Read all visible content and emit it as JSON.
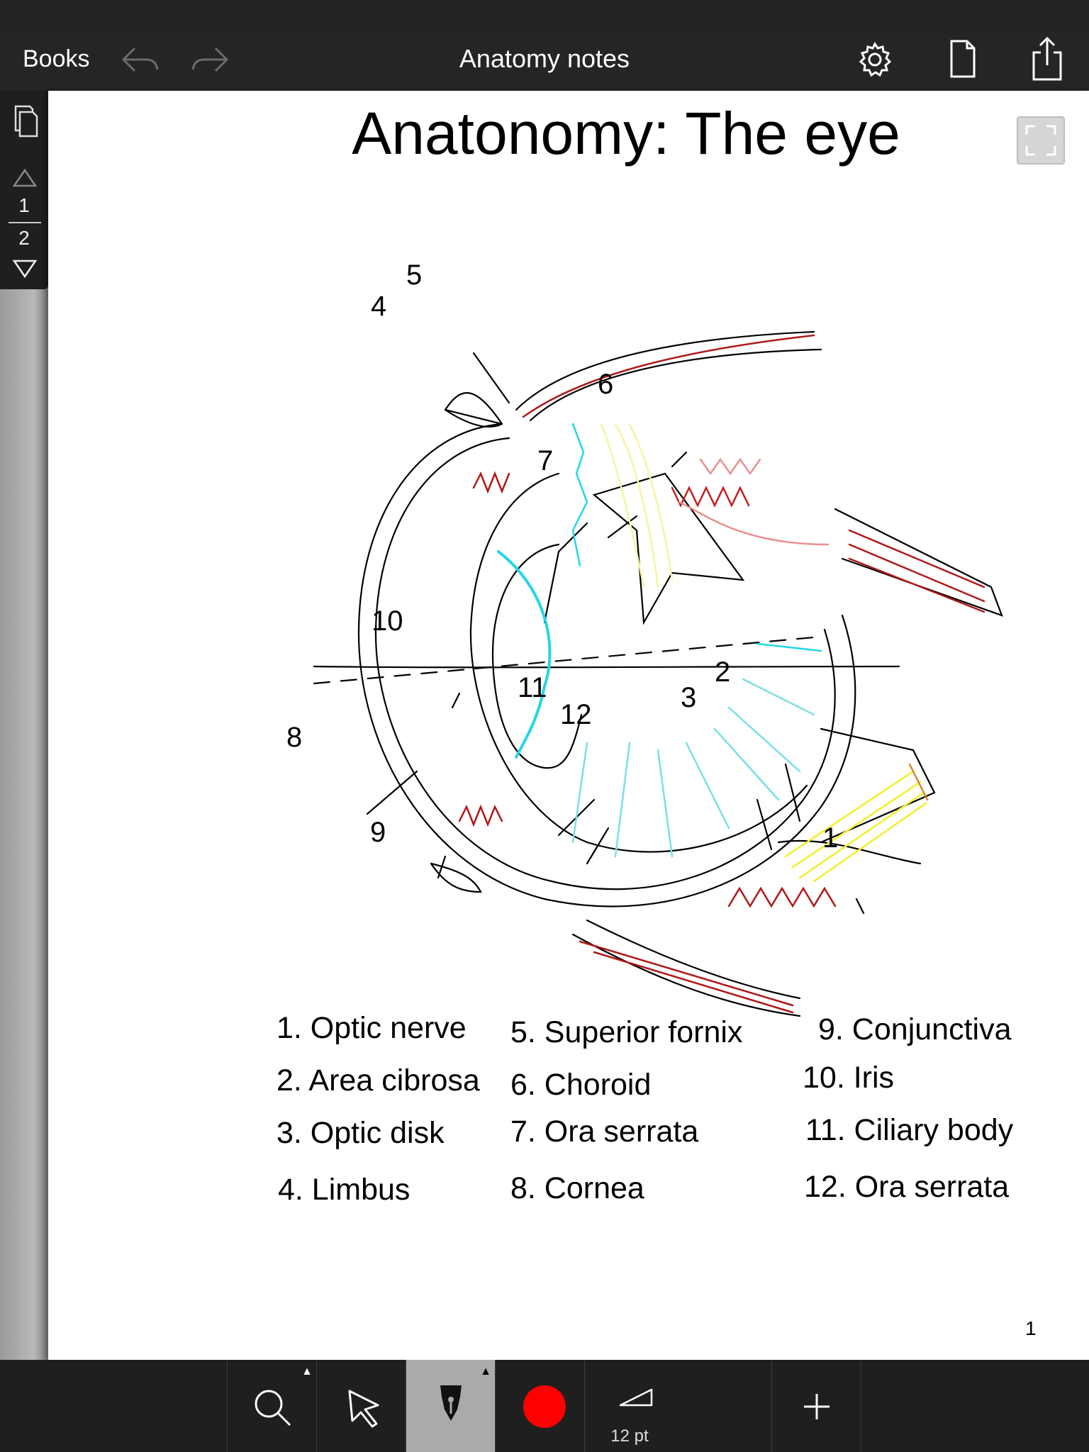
{
  "nav": {
    "back_label": "Books",
    "title": "Anatomy notes"
  },
  "pager": {
    "current": "1",
    "total": "2"
  },
  "document": {
    "title": "Anatonomy: The eye",
    "page_number": "1",
    "callouts": [
      "1",
      "2",
      "3",
      "4",
      "5",
      "6",
      "7",
      "8",
      "9",
      "10",
      "11",
      "12"
    ],
    "legend": [
      "1. Optic nerve",
      "2. Area cibrosa",
      "3. Optic disk",
      "4. Limbus",
      "5. Superior fornix",
      "6. Choroid",
      "7. Ora serrata",
      "8. Cornea",
      "9. Conjunctiva",
      "10. Iris",
      "11. Ciliary body",
      "12. Ora serrata"
    ]
  },
  "toolbar": {
    "pen_color": "#ff0000",
    "stroke_size_label": "12 pt",
    "tools": [
      "search-icon",
      "select-arrow-icon",
      "pen-nib-icon",
      "color-swatch",
      "stroke-size-icon",
      "add-icon"
    ]
  },
  "colors": {
    "bar_background": "#252525",
    "toolbar_active": "#aaaaaa",
    "sketch_red": "#b01818",
    "sketch_cyan": "#25d6e6",
    "sketch_yellow": "#f2ef2a"
  }
}
